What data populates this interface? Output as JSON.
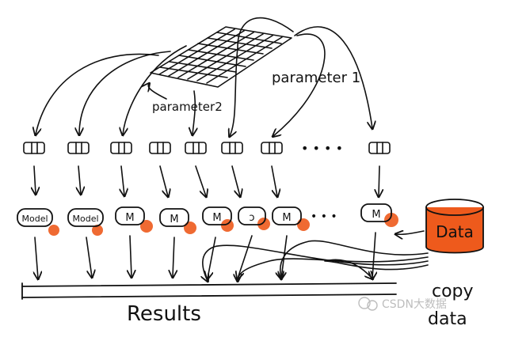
{
  "diagram": {
    "labels": {
      "parameter_1": "parameter 1",
      "parameter_2": "parameter2",
      "results": "Results",
      "copy": "copy",
      "data_copy": "data",
      "data_store": "Data",
      "ellipsis_top": "• • • •",
      "ellipsis_mid": "• • •",
      "watermark": "CSDN大数据"
    },
    "model_labels": [
      "Model",
      "Model",
      "M",
      "M",
      "M",
      "ↄ",
      "M",
      "M"
    ],
    "colors": {
      "ink": "#111111",
      "accent": "#ee5a1c"
    }
  }
}
